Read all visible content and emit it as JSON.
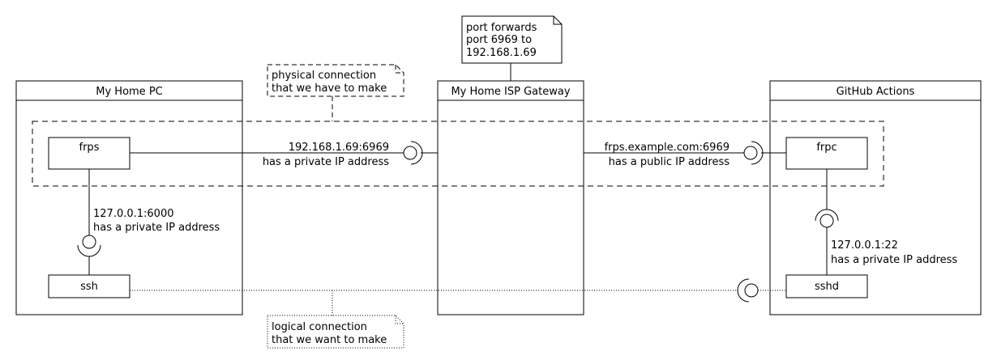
{
  "nodes": {
    "home_pc": "My Home PC",
    "gateway": "My Home ISP Gateway",
    "github": "GitHub Actions"
  },
  "components": {
    "frps": "frps",
    "ssh": "ssh",
    "frpc": "frpc",
    "sshd": "sshd"
  },
  "labels": {
    "frps_to_gateway": [
      "192.168.1.69:6969",
      "has a private IP address"
    ],
    "gateway_to_frpc": [
      "frps.example.com:6969",
      "has a public IP address"
    ],
    "frps_to_ssh": [
      "127.0.0.1:6000",
      "has a private IP address"
    ],
    "frpc_to_sshd": [
      "127.0.0.1:22",
      "has a private IP address"
    ]
  },
  "notes": {
    "port_forward": [
      "port forwards",
      "port 6969 to",
      "192.168.1.69"
    ],
    "physical": [
      "physical connection",
      "that we have to make"
    ],
    "logical": [
      "logical connection",
      "that we want to make"
    ]
  },
  "colors": {
    "line": "#000000",
    "background": "#ffffff"
  }
}
